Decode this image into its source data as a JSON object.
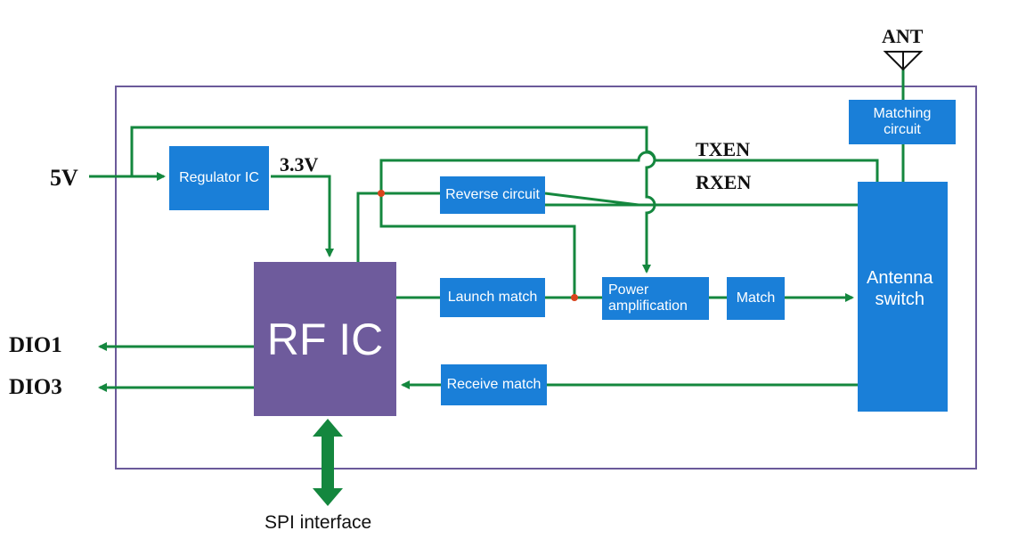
{
  "labels": {
    "ant": "ANT",
    "v5": "5V",
    "v33": "3.3V",
    "txen": "TXEN",
    "rxen": "RXEN",
    "dio1": "DIO1",
    "dio3": "DIO3",
    "spi": "SPI interface"
  },
  "blocks": {
    "regulator": "Regulator IC",
    "rf_ic": "RF IC",
    "reverse": "Reverse circuit",
    "launch": "Launch match",
    "power_1": "Power",
    "power_2": "amplification",
    "match": "Match",
    "receive": "Receive match",
    "antenna_1": "Antenna",
    "antenna_2": "switch",
    "matching_1": "Matching",
    "matching_2": "circuit"
  },
  "colors": {
    "frame": "#6b5a9a",
    "wire": "#14873e",
    "block": "#1a7fd8",
    "rf_ic": "#6e5b9c",
    "junction": "#d9441c"
  }
}
